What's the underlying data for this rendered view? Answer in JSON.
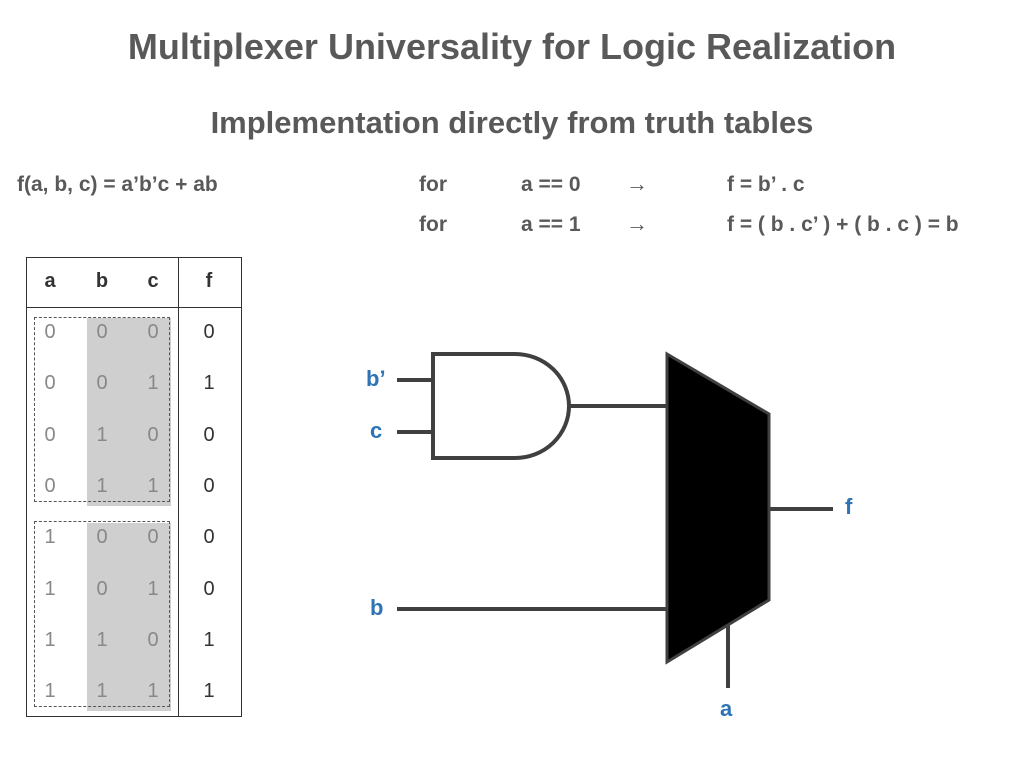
{
  "title": "Multiplexer Universality for Logic Realization",
  "subtitle": "Implementation directly from truth tables",
  "equation": "f(a, b, c) = a’b’c + ab",
  "cases": [
    {
      "for": "for",
      "cond": "a == 0",
      "arrow": "→",
      "result": "f = b’ . c"
    },
    {
      "for": "for",
      "cond": "a == 1",
      "arrow": "→",
      "result": "f = ( b . c’ ) + ( b . c ) = b"
    }
  ],
  "truth_table": {
    "headers": [
      "a",
      "b",
      "c",
      "f"
    ],
    "rows": [
      [
        "0",
        "0",
        "0",
        "0"
      ],
      [
        "0",
        "0",
        "1",
        "1"
      ],
      [
        "0",
        "1",
        "0",
        "0"
      ],
      [
        "0",
        "1",
        "1",
        "0"
      ],
      [
        "1",
        "0",
        "0",
        "0"
      ],
      [
        "1",
        "0",
        "1",
        "0"
      ],
      [
        "1",
        "1",
        "0",
        "1"
      ],
      [
        "1",
        "1",
        "1",
        "1"
      ]
    ]
  },
  "circuit": {
    "inputs": {
      "bprime": "b’",
      "c": "c",
      "b": "b",
      "select": "a"
    },
    "output": "f",
    "line_color": "#404040",
    "label_color": "#2e74b5",
    "mux_fill": "#000000"
  }
}
